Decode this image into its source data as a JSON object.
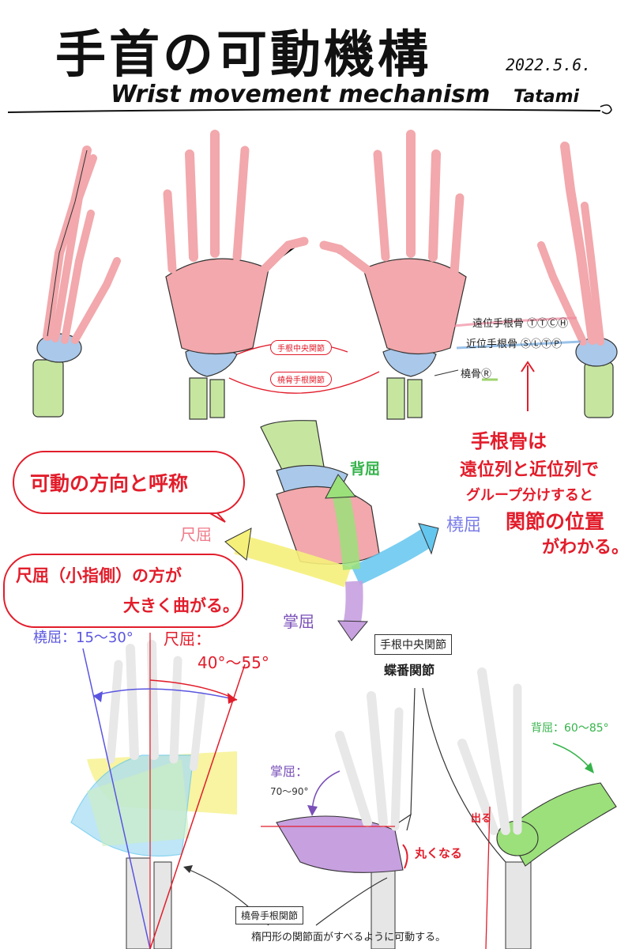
{
  "header": {
    "title": "手首の可動機構",
    "subtitle": "Wrist movement mechanism",
    "date": "2022.5.6.",
    "author": "Tatami"
  },
  "top_labels": {
    "midcarpal_joint": "手根中央関節",
    "radiocarpal_joint": "橈骨手根関節",
    "distal_row": "遠位手根骨 ⓉⓉⒸⒽ",
    "proximal_row": "近位手根骨 ⓈⓁⓉⓅ",
    "radius": "橈骨Ⓡ"
  },
  "notes": {
    "carpal_note_lines": [
      "手根骨は",
      "遠位列と近位列で",
      "グループ分けすると",
      "関節の位置",
      "がわかる。"
    ],
    "direction_title": "可動の方向と呼称",
    "ulnar_note_lines": [
      "尺屈（小指側）の方が",
      "大きく曲がる。"
    ]
  },
  "directions": {
    "dorsiflexion": "背屈",
    "radial_deviation": "橈屈",
    "ulnar_deviation": "尺屈",
    "palmar_flexion": "掌屈"
  },
  "bottom_labels": {
    "radial_range": "橈屈：15～30°",
    "ulnar_range_label": "尺屈：",
    "ulnar_range_value": "40°～55°",
    "midcarpal_box": "手根中央関節",
    "hinge_joint": "蝶番関節",
    "palmar_range_label": "掌屈：",
    "palmar_range_value": "70～90°",
    "dorsal_range": "背屈：60～85°",
    "rounds": "丸くなる",
    "protrudes": "出る",
    "radiocarpal_box": "橈骨手根関節",
    "ellipsoid_note": "楕円形の関節面がすべるように可動する。"
  },
  "colors": {
    "bone_pink": "#f2a8ac",
    "carpal_blue": "#a9c8ea",
    "radius_green": "#c6e6a0",
    "accent_red": "#e21d2b",
    "ulnar_yellow": "#f5f07a",
    "radial_cyan": "#63c6ee",
    "palmar_purple": "#c7a0e0",
    "dorsal_green": "#35b34a"
  }
}
